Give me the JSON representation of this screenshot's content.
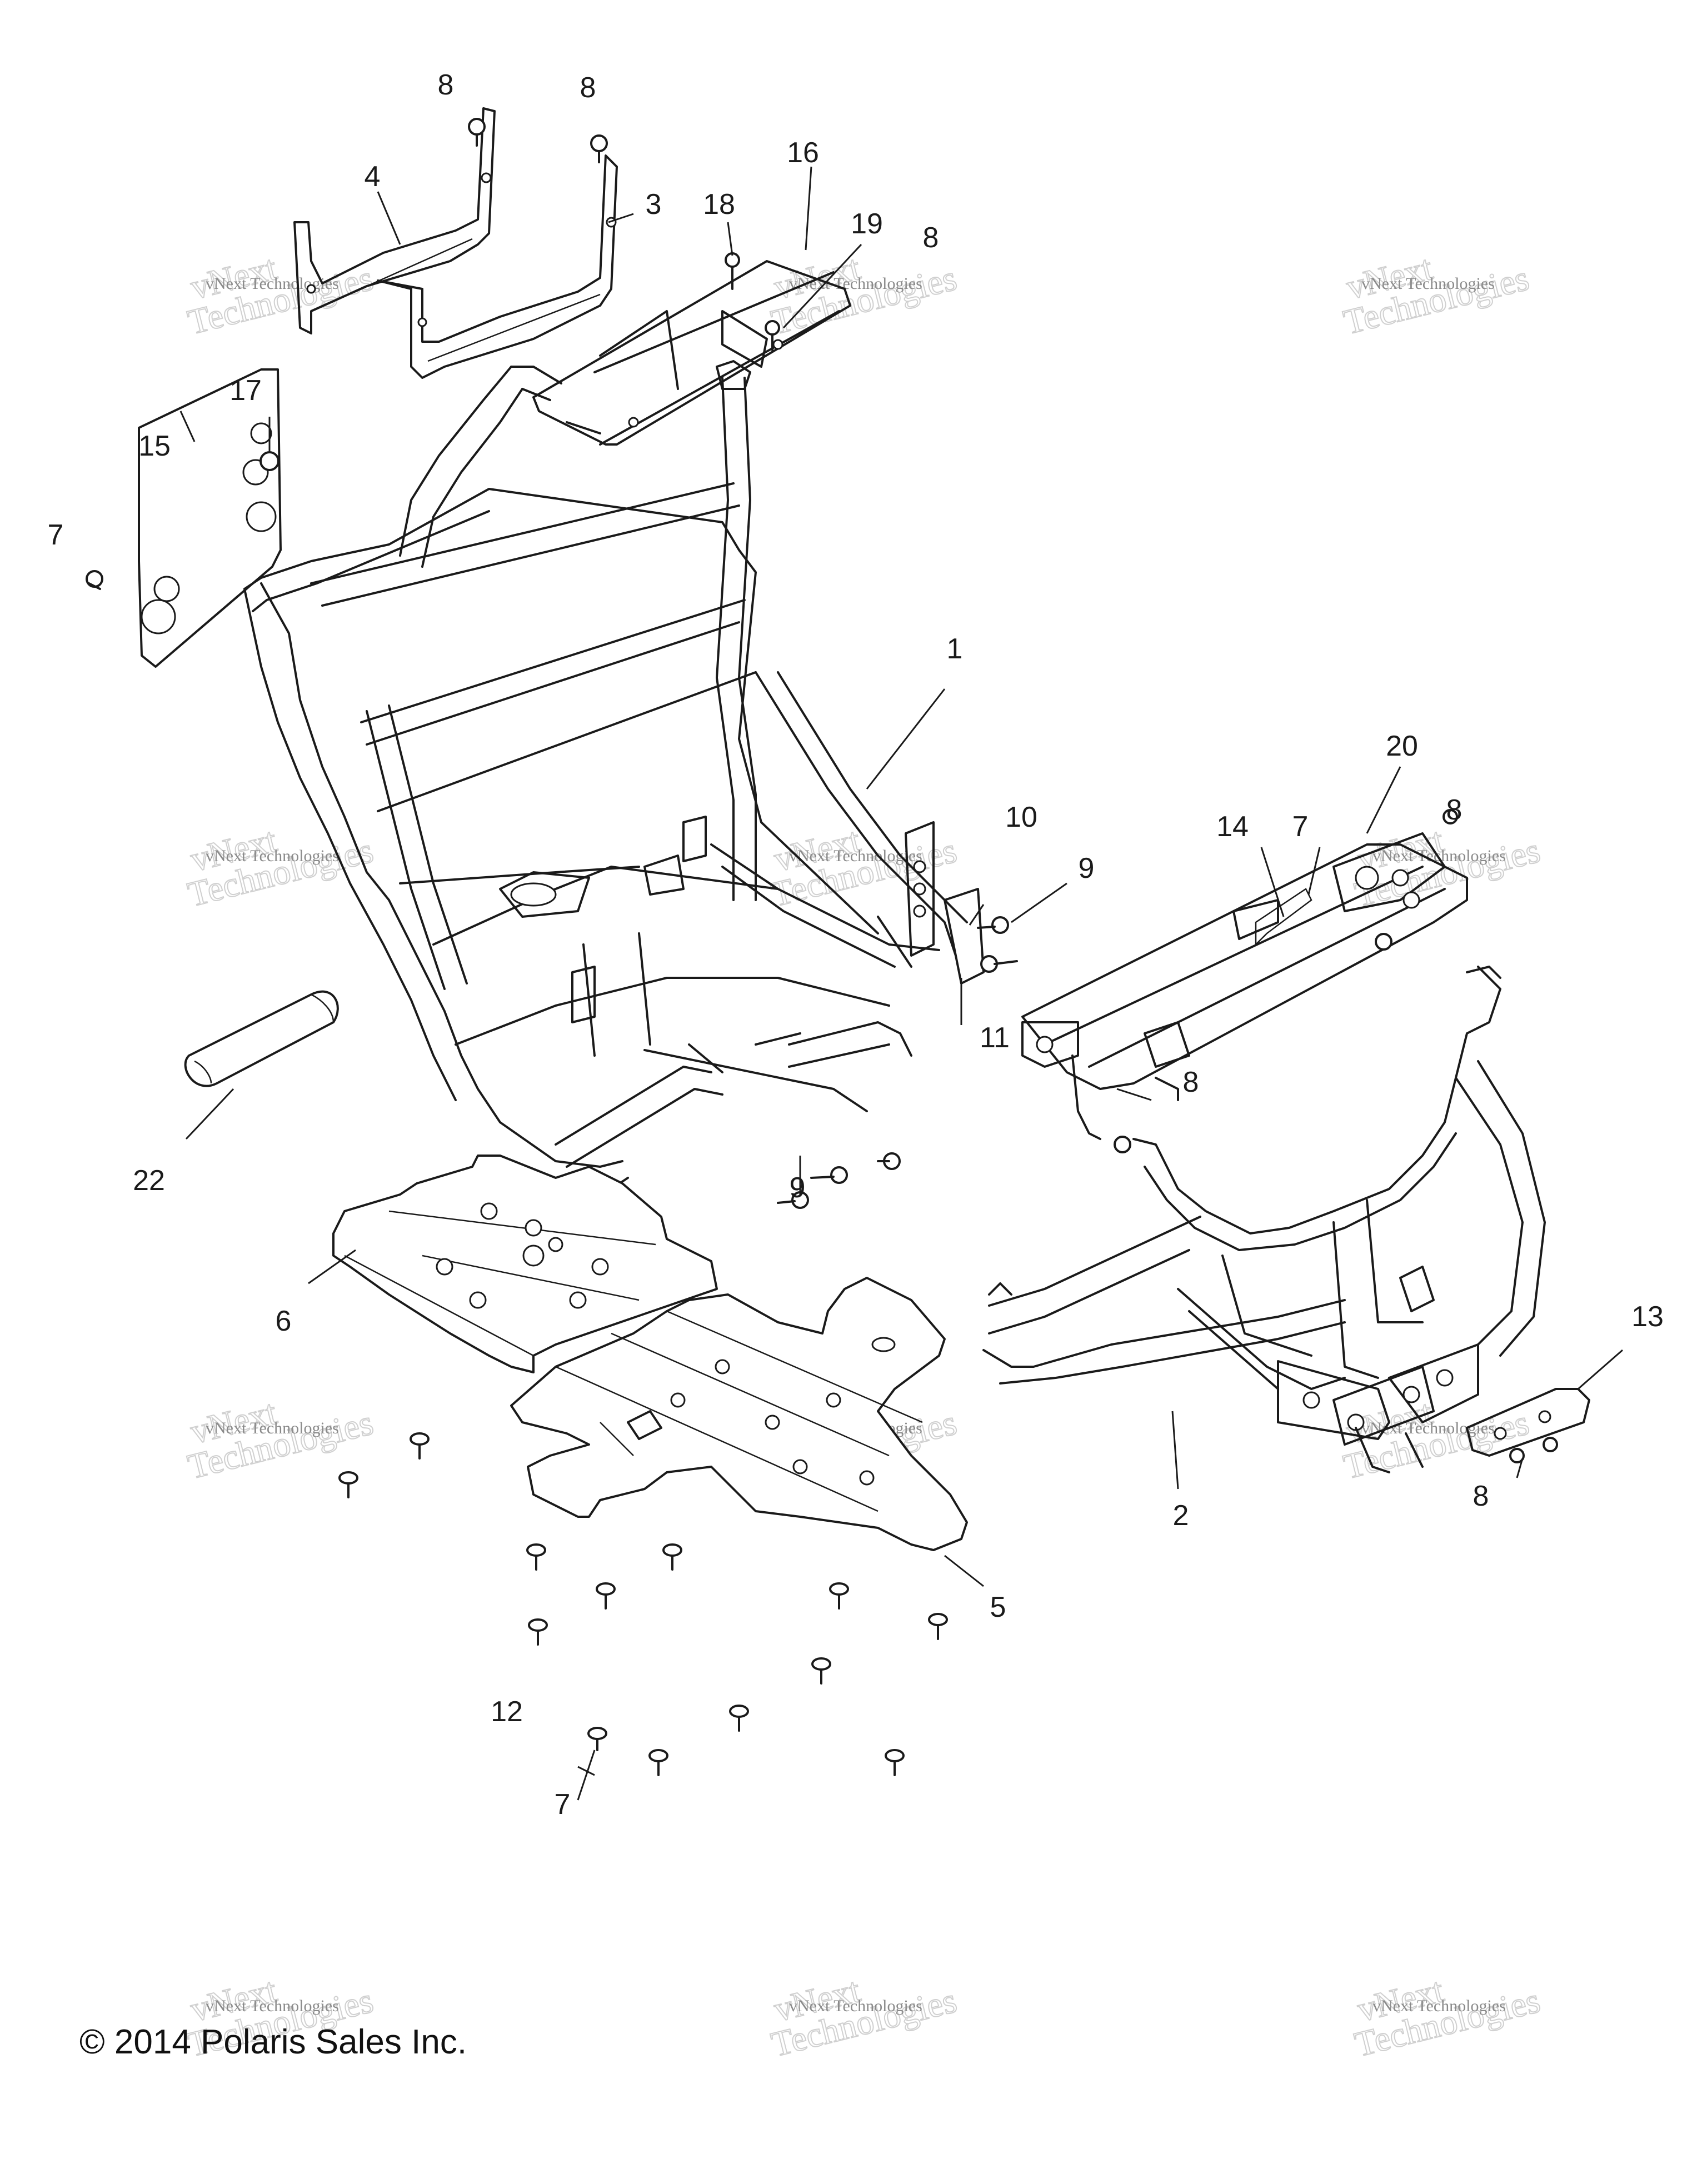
{
  "callouts": [
    {
      "id": "1",
      "text": "1"
    },
    {
      "id": "2",
      "text": "2"
    },
    {
      "id": "3",
      "text": "3"
    },
    {
      "id": "4",
      "text": "4"
    },
    {
      "id": "5",
      "text": "5"
    },
    {
      "id": "6",
      "text": "6"
    },
    {
      "id": "7a",
      "text": "7"
    },
    {
      "id": "7b",
      "text": "7"
    },
    {
      "id": "7c",
      "text": "7"
    },
    {
      "id": "8a",
      "text": "8"
    },
    {
      "id": "8b",
      "text": "8"
    },
    {
      "id": "8c",
      "text": "8"
    },
    {
      "id": "8d",
      "text": "8"
    },
    {
      "id": "8e",
      "text": "8"
    },
    {
      "id": "8f",
      "text": "8"
    },
    {
      "id": "9a",
      "text": "9"
    },
    {
      "id": "9b",
      "text": "9"
    },
    {
      "id": "10",
      "text": "10"
    },
    {
      "id": "11",
      "text": "11"
    },
    {
      "id": "12",
      "text": "12"
    },
    {
      "id": "13",
      "text": "13"
    },
    {
      "id": "14",
      "text": "14"
    },
    {
      "id": "15",
      "text": "15"
    },
    {
      "id": "16",
      "text": "16"
    },
    {
      "id": "17",
      "text": "17"
    },
    {
      "id": "18",
      "text": "18"
    },
    {
      "id": "19",
      "text": "19"
    },
    {
      "id": "20",
      "text": "20"
    },
    {
      "id": "22",
      "text": "22"
    }
  ],
  "watermark": {
    "line1": "vNext Technologies",
    "line2": "vNext",
    "line3": "Technologies"
  },
  "copyright": "© 2014 Polaris Sales Inc."
}
